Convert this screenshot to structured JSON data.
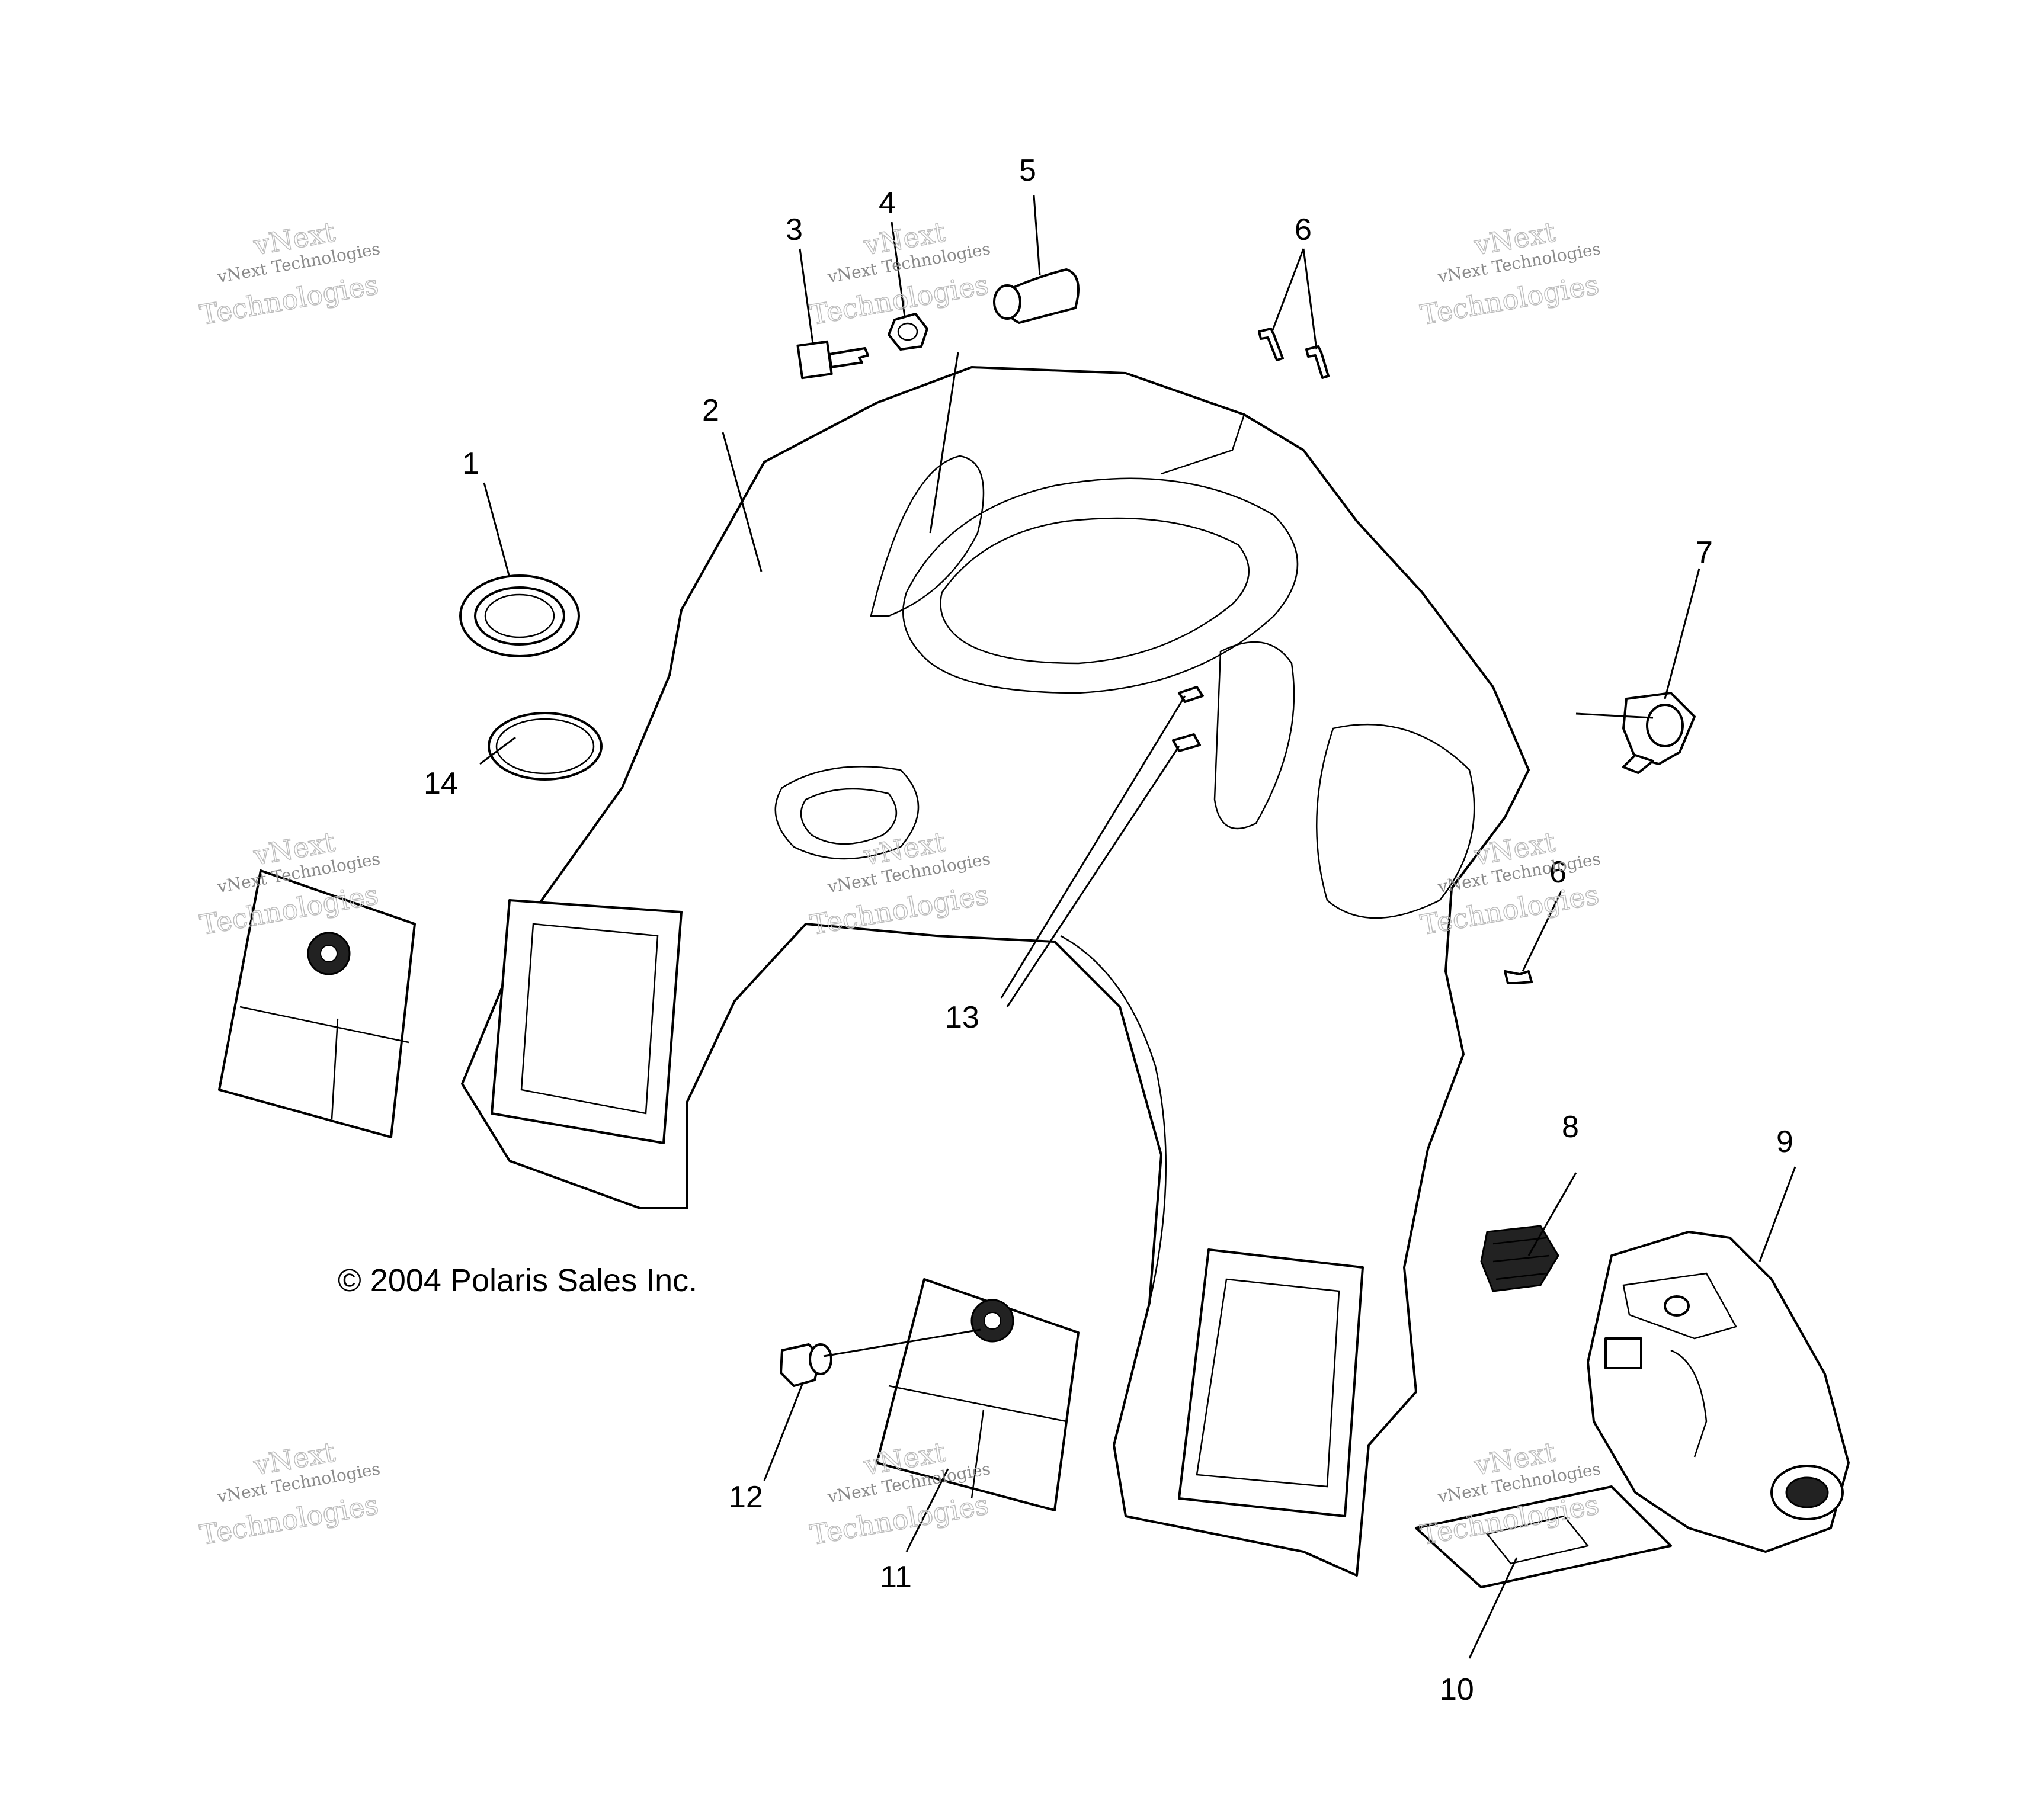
{
  "copyright": "© 2004 Polaris Sales Inc.",
  "watermark": {
    "line1": "vNext",
    "line2": "vNext Technologies",
    "line3": "Technologies"
  },
  "callouts": {
    "c1": "1",
    "c2": "2",
    "c3": "3",
    "c4": "4",
    "c5": "5",
    "c6a": "6",
    "c6b": "6",
    "c7": "7",
    "c8": "8",
    "c9": "9",
    "c10": "10",
    "c11": "11",
    "c12": "12",
    "c13": "13",
    "c14": "14"
  }
}
